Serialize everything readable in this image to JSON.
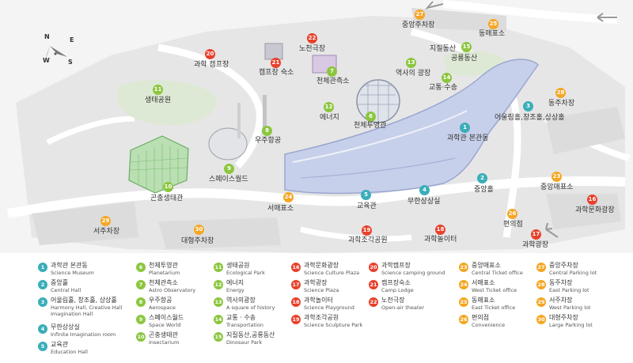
{
  "colors": {
    "teal": "#3aaeb9",
    "green": "#8cc63f",
    "red": "#e8412c",
    "orange": "#f5a623",
    "road": "#ffffff",
    "ground": "#ececec",
    "park": "#e2eedb",
    "building": "#c9d2ea"
  },
  "compass": {
    "n": "N",
    "e": "E",
    "s": "S",
    "w": "W"
  },
  "map_labels": [
    {
      "num": "1",
      "text": "과학관 본관동",
      "cat": "teal"
    },
    {
      "num": "2",
      "text": "중앙홀",
      "cat": "teal"
    },
    {
      "num": "3",
      "text": "어울림홀,창조홀,상상홀",
      "cat": "teal"
    },
    {
      "num": "4",
      "text": "무한상상실",
      "cat": "teal"
    },
    {
      "num": "5",
      "text": "교육관",
      "cat": "teal"
    },
    {
      "num": "6",
      "text": "천체투영관",
      "cat": "green"
    },
    {
      "num": "7",
      "text": "천체관측소",
      "cat": "green"
    },
    {
      "num": "8",
      "text": "우주항공",
      "cat": "green"
    },
    {
      "num": "9",
      "text": "스페이스월드",
      "cat": "green"
    },
    {
      "num": "10",
      "text": "곤충생태관",
      "cat": "green"
    },
    {
      "num": "11",
      "text": "생태공원",
      "cat": "green"
    },
    {
      "num": "12",
      "text": "에너지",
      "cat": "green"
    },
    {
      "num": "13",
      "text": "역사의 광장",
      "cat": "green"
    },
    {
      "num": "14",
      "text": "교통·수송",
      "cat": "green"
    },
    {
      "num": "15",
      "text": "공룡동산",
      "cat": "green"
    },
    {
      "num": "16",
      "text": "과학문화광장",
      "cat": "red"
    },
    {
      "num": "17",
      "text": "과학광장",
      "cat": "red"
    },
    {
      "num": "18",
      "text": "과학놀이터",
      "cat": "red"
    },
    {
      "num": "19",
      "text": "과학조각공원",
      "cat": "red"
    },
    {
      "num": "20",
      "text": "과학 캠프장",
      "cat": "red"
    },
    {
      "num": "21",
      "text": "캠프장 숙소",
      "cat": "red"
    },
    {
      "num": "22",
      "text": "노천극장",
      "cat": "red"
    },
    {
      "num": "23",
      "text": "중앙매표소",
      "cat": "orange"
    },
    {
      "num": "24",
      "text": "서매표소",
      "cat": "orange"
    },
    {
      "num": "25",
      "text": "동매표소",
      "cat": "orange"
    },
    {
      "num": "26",
      "text": "편의점",
      "cat": "orange"
    },
    {
      "num": "27",
      "text": "중앙주차장",
      "cat": "orange"
    },
    {
      "num": "28",
      "text": "동주차장",
      "cat": "orange"
    },
    {
      "num": "29",
      "text": "서주차장",
      "cat": "orange"
    },
    {
      "num": "30",
      "text": "대형주차장",
      "cat": "orange"
    }
  ],
  "extra_labels": {
    "dinosaur_top": "지질동산"
  },
  "legend": [
    {
      "num": "1",
      "ko": "과학관 본관동",
      "en": "Science Museum",
      "cat": "teal"
    },
    {
      "num": "2",
      "ko": "중앙홀",
      "en": "Central Hall",
      "cat": "teal"
    },
    {
      "num": "3",
      "ko": "어울림홀, 창조홀, 상상홀",
      "en": "Harmony Hall, Creative Hall\nImagination Hall",
      "cat": "teal"
    },
    {
      "num": "4",
      "ko": "무한상상실",
      "en": "Infinite Imagination room",
      "cat": "teal"
    },
    {
      "num": "5",
      "ko": "교육관",
      "en": "Education Hall",
      "cat": "teal"
    },
    {
      "num": "6",
      "ko": "천체투영관",
      "en": "Planetarium",
      "cat": "green"
    },
    {
      "num": "7",
      "ko": "천체관측소",
      "en": "Astro Observatory",
      "cat": "green"
    },
    {
      "num": "8",
      "ko": "우주항공",
      "en": "Aerospace",
      "cat": "green"
    },
    {
      "num": "9",
      "ko": "스페이스월드",
      "en": "Space World",
      "cat": "green"
    },
    {
      "num": "10",
      "ko": "곤충생태관",
      "en": "Insectarium",
      "cat": "green"
    },
    {
      "num": "11",
      "ko": "생태공원",
      "en": "Ecological Park",
      "cat": "green"
    },
    {
      "num": "12",
      "ko": "에너지",
      "en": "Energy",
      "cat": "green"
    },
    {
      "num": "13",
      "ko": "역사의광장",
      "en": "A square of history",
      "cat": "green"
    },
    {
      "num": "14",
      "ko": "교통 · 수송",
      "en": "Transportation",
      "cat": "green"
    },
    {
      "num": "15",
      "ko": "지질동산,공룡동산",
      "en": "Dinosaur Park",
      "cat": "green"
    },
    {
      "num": "16",
      "ko": "과학문화광장",
      "en": "Science Culture Plaza",
      "cat": "red"
    },
    {
      "num": "17",
      "ko": "과학광장",
      "en": "Science Plaza",
      "cat": "red"
    },
    {
      "num": "18",
      "ko": "과학놀이터",
      "en": "Science Playground",
      "cat": "red"
    },
    {
      "num": "19",
      "ko": "과학조각공원",
      "en": "Science Sculpture Park",
      "cat": "red"
    },
    {
      "num": "20",
      "ko": "과학캠프장",
      "en": "Science camping ground",
      "cat": "red"
    },
    {
      "num": "21",
      "ko": "캠프장숙소",
      "en": "Camp Lodge",
      "cat": "red"
    },
    {
      "num": "22",
      "ko": "노천극장",
      "en": "Open-air theater",
      "cat": "red"
    },
    {
      "num": "23",
      "ko": "중앙매표소",
      "en": "Central Ticket office",
      "cat": "orange"
    },
    {
      "num": "24",
      "ko": "서매표소",
      "en": "West Ticket office",
      "cat": "orange"
    },
    {
      "num": "25",
      "ko": "동매표소",
      "en": "East Ticket office",
      "cat": "orange"
    },
    {
      "num": "26",
      "ko": "편의점",
      "en": "Convenience",
      "cat": "orange"
    },
    {
      "num": "27",
      "ko": "중앙주차장",
      "en": "Central Parking lot",
      "cat": "orange"
    },
    {
      "num": "28",
      "ko": "동주차장",
      "en": "East Parking lot",
      "cat": "orange"
    },
    {
      "num": "29",
      "ko": "서주차장",
      "en": "West Parking lot",
      "cat": "orange"
    },
    {
      "num": "30",
      "ko": "대형주차장",
      "en": "Large Parking lot",
      "cat": "orange"
    }
  ]
}
